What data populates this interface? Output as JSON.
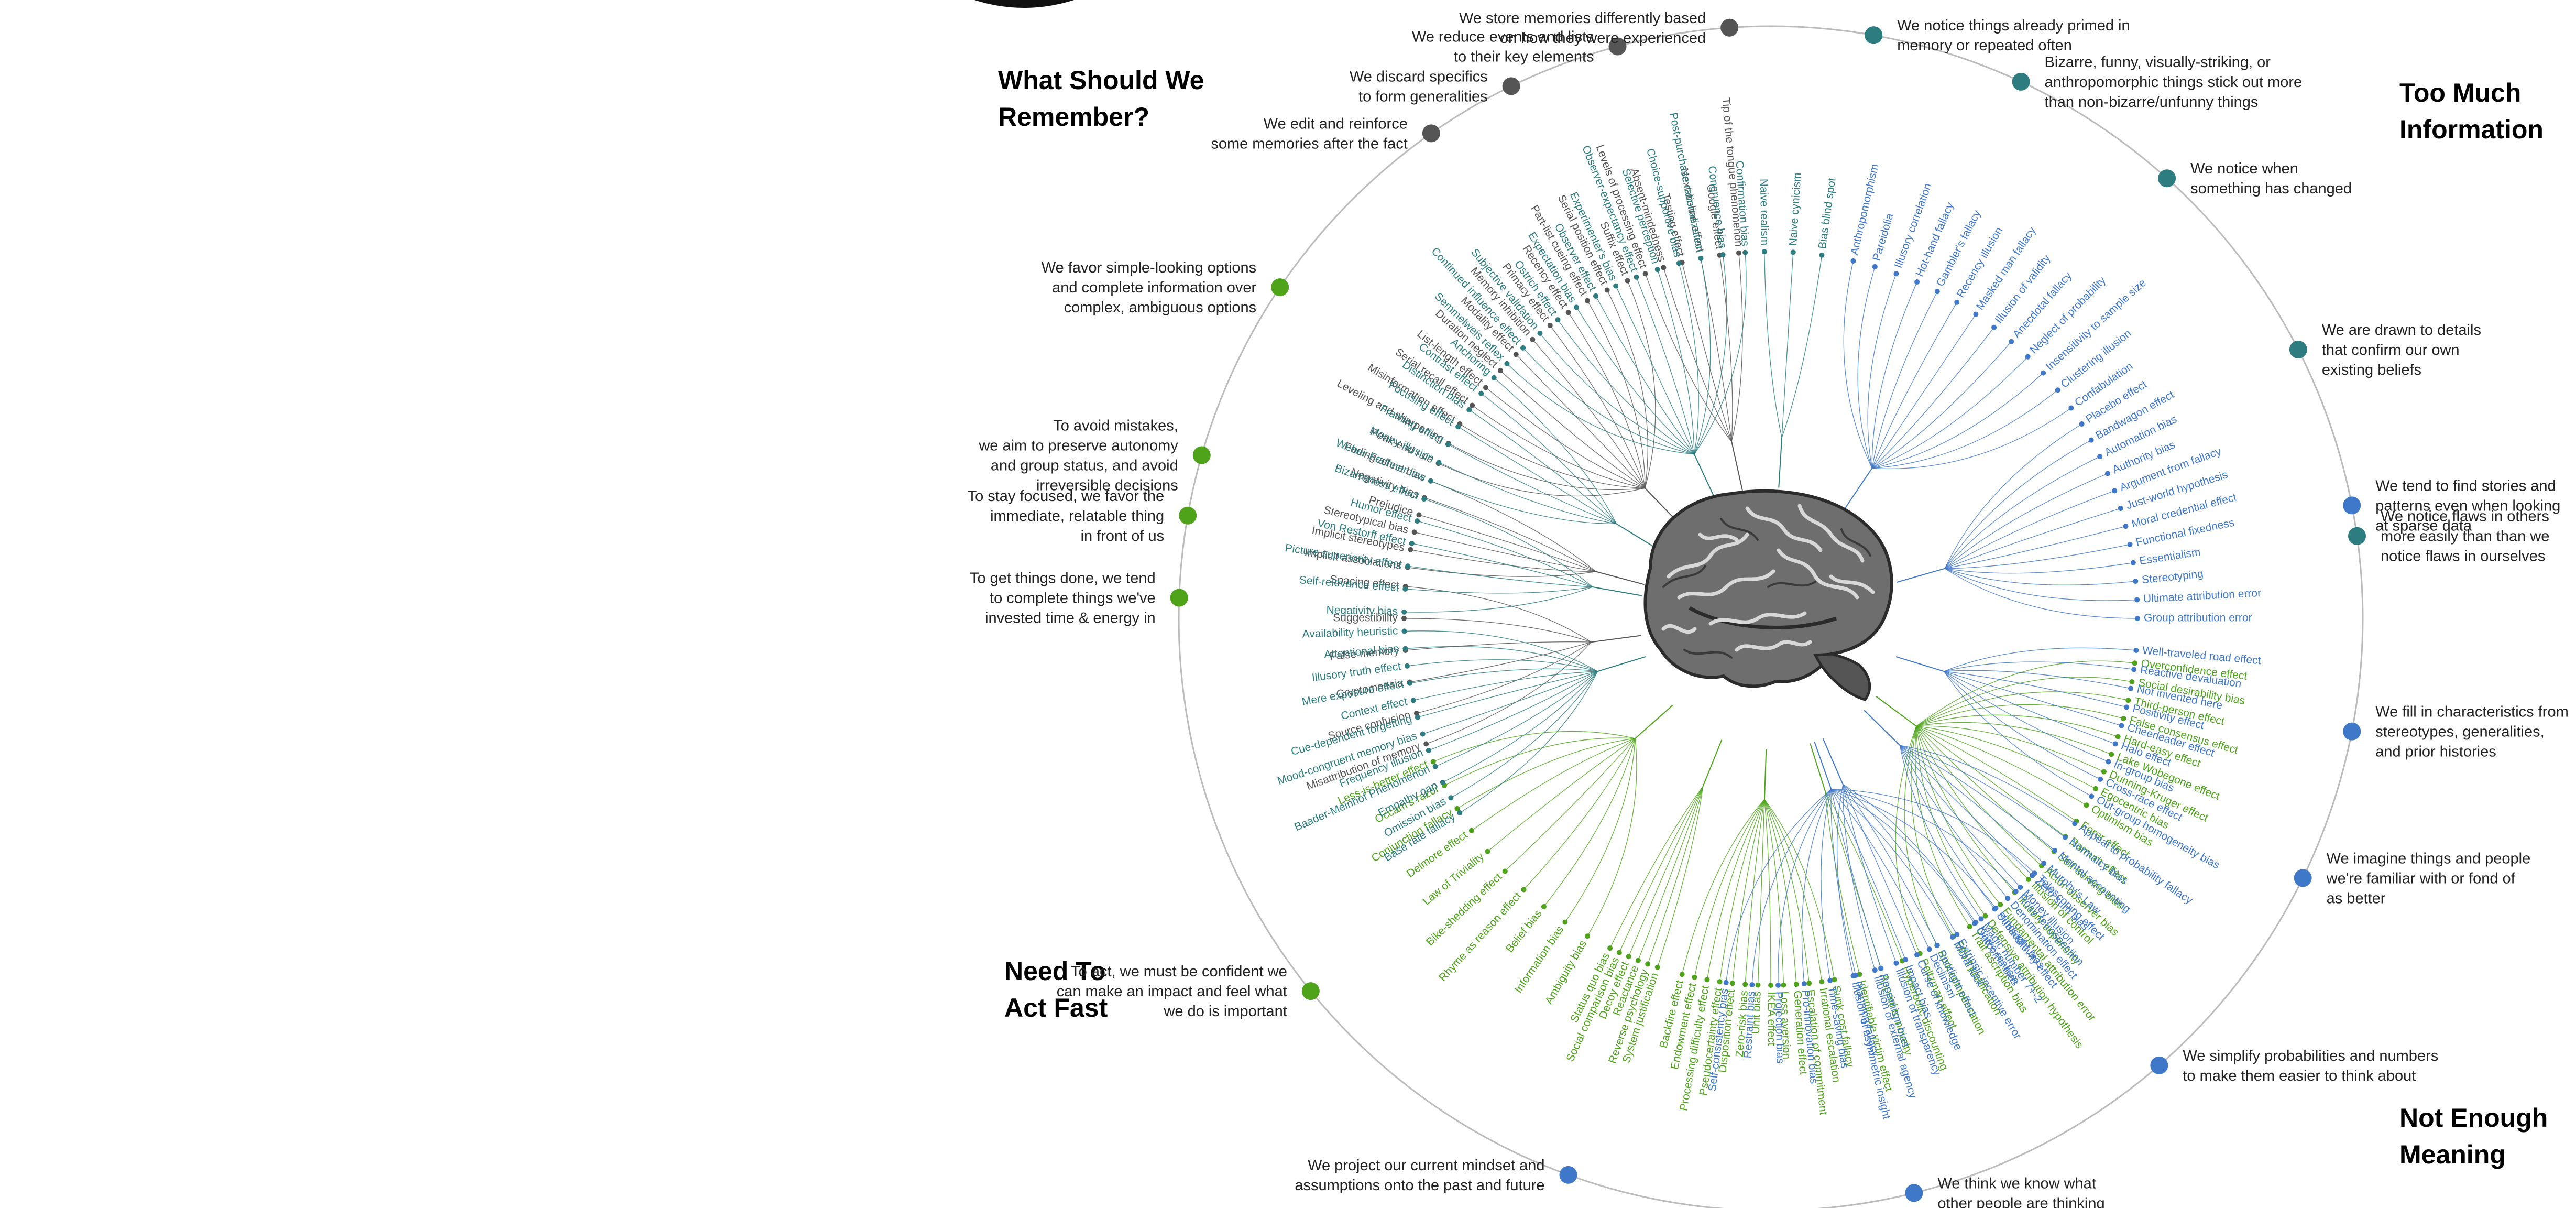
{
  "colors": {
    "remember": "#555555",
    "info": "#2c7c80",
    "act": "#4ea31b",
    "meaning": "#3f78c8",
    "ring": "#bbbbbb"
  },
  "quadrants": {
    "remember": {
      "title": [
        "What Should We",
        "Remember?"
      ]
    },
    "info": {
      "title": [
        "Too Much",
        "Information"
      ]
    },
    "act": {
      "title": [
        "Need To",
        "Act Fast"
      ]
    },
    "meaning": {
      "title": [
        "Not Enough",
        "Meaning"
      ]
    }
  },
  "categories": [
    {
      "q": "remember",
      "text": [
        "We store memories differently based",
        "on how they were experienced"
      ],
      "biases": [
        "Tip of the tongue phenomenon",
        "Google effect",
        "Next-in-line effect",
        "Testing effect",
        "Absent-mindedness",
        "Levels of processing effect"
      ]
    },
    {
      "q": "remember",
      "text": [
        "We reduce events and lists",
        "to their key elements"
      ],
      "biases": [
        "Suffix effect",
        "Serial position effect",
        "Part-list cueing effect",
        "Recency effect",
        "Primacy effect",
        "Memory inhibition",
        "Modality effect",
        "Duration neglect",
        "List-length effect",
        "Serial recall effect",
        "Misinformation effect",
        "Leveling and sharpening",
        "Peak-end rule"
      ]
    },
    {
      "q": "remember",
      "text": [
        "We discard specifics",
        "to form generalities"
      ],
      "biases": [
        "Fading affect bias",
        "Negativity bias",
        "Prejudice",
        "Stereotypical bias",
        "Implicit stereotypes",
        "Implicit associations"
      ]
    },
    {
      "q": "remember",
      "text": [
        "We edit and reinforce",
        "some memories after the fact"
      ],
      "biases": [
        "Spacing effect",
        "Suggestibility",
        "False memory",
        "Cryptomnesia",
        "Source confusion",
        "Misattribution of memory"
      ]
    },
    {
      "q": "act",
      "text": [
        "We favor simple-looking options",
        "and complete information over",
        "complex, ambiguous options"
      ],
      "biases": [
        "Less-is-better effect",
        "Occam's razor",
        "Conjunction fallacy",
        "Delmore effect",
        "Law of Triviality",
        "Bike-shedding effect",
        "Rhyme as reason effect",
        "Belief bias",
        "Information bias",
        "Ambiguity bias"
      ]
    },
    {
      "q": "act",
      "text": [
        "To avoid mistakes,",
        "we aim to preserve autonomy",
        "and group status, and avoid",
        "irreversible decisions"
      ],
      "biases": [
        "Status quo bias",
        "Social comparison bias",
        "Decoy effect",
        "Reactance",
        "Reverse psychology",
        "System justification"
      ]
    },
    {
      "q": "act",
      "text": [
        "To get things done, we tend",
        "to complete things we've",
        "invested time & energy in"
      ],
      "biases": [
        "Backfire effect",
        "Endowment effect",
        "Processing difficulty effect",
        "Pseudocertainty effect",
        "Disposition effect",
        "Zero-risk bias",
        "Unit bias",
        "IKEA effect",
        "Loss aversion",
        "Generation effect",
        "Escalation of commitment",
        "Irrational escalation",
        "Sunk cost fallacy"
      ]
    },
    {
      "q": "act",
      "text": [
        "To stay focused, we favor the",
        "immediate, relatable thing",
        "in front of us"
      ],
      "biases": [
        "Identifiable victim effect",
        "Appeal to novelty",
        "Hyperbolic discounting"
      ]
    },
    {
      "q": "act",
      "text": [
        "To act, we must be confident we",
        "can make an impact and feel what",
        "we do is important"
      ],
      "biases": [
        "Peltzman effect",
        "Risk compensation",
        "Effort justification",
        "Trait ascription bias",
        "Defensive attribution hypothesis",
        "Fundamental attribution error",
        "Illusory superiority",
        "Illusion of control",
        "Actor-observer bias",
        "Self-serving bias",
        "Barnum effect",
        "Forer effect",
        "Optimism bias",
        "Egocentric bias",
        "Dunning-Kruger effect",
        "Lake Wobegone effect",
        "Hard-easy effect",
        "False consensus effect",
        "Third-person effect",
        "Social desirability bias",
        "Overconfidence effect"
      ]
    },
    {
      "q": "meaning",
      "text": [
        "We project our current mindset and",
        "assumptions onto the past and future"
      ],
      "biases": [
        "Self-consistency bias",
        "Restraint bias",
        "Projection bias",
        "Pro-innovation bias",
        "Time-saving bias",
        "Planning fallacy",
        "Pessimism bias",
        "Impact bias",
        "Declinism",
        "Moral luck",
        "Outcome bias",
        "Hindsight bias",
        "Rosy retrospection",
        "Telescoping effect"
      ]
    },
    {
      "q": "meaning",
      "text": [
        "We think we know what",
        "other people are thinking"
      ],
      "biases": [
        "Illusion of asymmetric insight",
        "Illusion of external agency",
        "Illusion of transparency",
        "Curse of knowledge",
        "Spotlight effect",
        "Extrinsic incentive error",
        "Naive realism"
      ]
    },
    {
      "q": "meaning",
      "text": [
        "We simplify probabilities and numbers",
        "to make them easier to think about"
      ],
      "biases": [
        "Magic number 7+-2",
        "Subadditivity effect",
        "Denomination effect",
        "Money illusion",
        "Zero sum bias",
        "Murphy's Law",
        "Mental accounting",
        "Normalcy bias",
        "Appeal to probability fallacy"
      ]
    },
    {
      "q": "meaning",
      "text": [
        "We imagine things and people",
        "we're familiar with or fond of",
        "as better"
      ],
      "biases": [
        "Out-group homogeneity bias",
        "Cross-race effect",
        "In-group bias",
        "Halo effect",
        "Cheerleader effect",
        "Positivity effect",
        "Not invented here",
        "Reactive devaluation",
        "Well-traveled road effect"
      ]
    },
    {
      "q": "meaning",
      "text": [
        "We fill in characteristics from",
        "stereotypes, generalities,",
        "and prior histories"
      ],
      "biases": [
        "Group attribution error",
        "Ultimate attribution error",
        "Stereotyping",
        "Essentialism",
        "Functional fixedness",
        "Moral credential effect",
        "Just-world hypothesis",
        "Argument from fallacy",
        "Authority bias",
        "Automation bias",
        "Bandwagon effect",
        "Placebo effect"
      ]
    },
    {
      "q": "meaning",
      "text": [
        "We tend to find stories and",
        "patterns even when looking",
        "at sparse data"
      ],
      "biases": [
        "Confabulation",
        "Clustering illusion",
        "Insensitivity to sample size",
        "Neglect of probability",
        "Anecdotal fallacy",
        "Illusion of validity",
        "Masked man fallacy",
        "Recency illusion",
        "Gambler's fallacy",
        "Hot-hand fallacy",
        "Illusory correlation",
        "Pareidolia",
        "Anthropomorphism"
      ]
    },
    {
      "q": "info",
      "text": [
        "We notice flaws in others",
        "more easily than than we",
        "notice flaws in ourselves"
      ],
      "biases": [
        "Bias blind spot",
        "Naive cynicism",
        "Naive realism"
      ]
    },
    {
      "q": "info",
      "text": [
        "We are drawn to details",
        "that confirm our own",
        "existing beliefs"
      ],
      "biases": [
        "Confirmation bias",
        "Congruence bias",
        "Post-purchase rationalization",
        "Choice-supportive bias",
        "Selective perception",
        "Observer-expectancy effect",
        "Experimenter's bias",
        "Observer effect",
        "Expectation bias",
        "Ostrich effect",
        "Subjective validation",
        "Continued influence effect",
        "Semmelweis reflex"
      ]
    },
    {
      "q": "info",
      "text": [
        "We notice when",
        "something has changed"
      ],
      "biases": [
        "Anchoring",
        "Contrast effect",
        "Distinction bias",
        "Focusing effect",
        "Framing effect",
        "Money illusion",
        "Weber-Fechner law"
      ]
    },
    {
      "q": "info",
      "text": [
        "Bizarre, funny, visually-striking, or",
        "anthropomorphic things stick out more",
        "than non-bizarre/unfunny things"
      ],
      "biases": [
        "Bizarreness effect",
        "Humor effect",
        "Von Restorff effect",
        "Picture superiority effect",
        "Self-relevance effect",
        "Negativity bias"
      ]
    },
    {
      "q": "info",
      "text": [
        "We notice things already primed in",
        "memory or repeated often"
      ],
      "biases": [
        "Availability heuristic",
        "Attentional bias",
        "Illusory truth effect",
        "Mere exposure effect",
        "Context effect",
        "Cue-dependent forgetting",
        "Mood-congruent memory bias",
        "Frequency illusion",
        "Baader-Meinhof Phenomenon",
        "Empathy gap",
        "Omission bias",
        "Base rate fallacy"
      ]
    }
  ]
}
